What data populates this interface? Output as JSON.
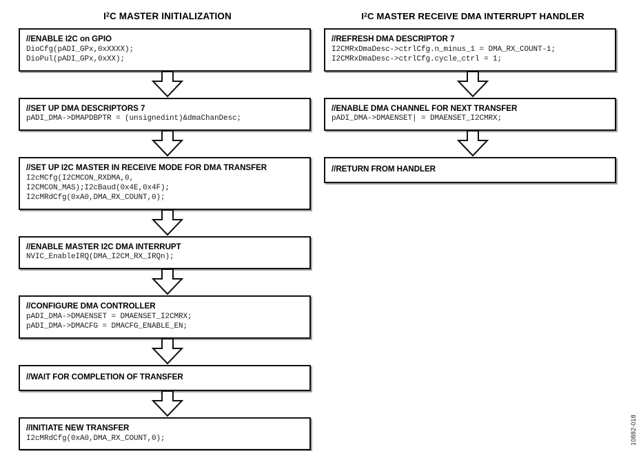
{
  "figure": {
    "id_label": "10882-018"
  },
  "columns": [
    {
      "key": "initialization",
      "title_prefix": "I",
      "title_sup": "2",
      "title_rest": "C MASTER INITIALIZATION",
      "nodes": [
        {
          "title": "//ENABLE I2C on GPIO",
          "code": "DioCfg(pADI_GPx,0xXXXX);\nDioPul(pADI_GPx,0xXX);"
        },
        {
          "title": "//SET UP DMA DESCRIPTORS 7",
          "code": "pADI_DMA->DMAPDBPTR = (unsignedint)&dmaChanDesc;"
        },
        {
          "title": "//SET UP I2C MASTER IN RECEIVE MODE FOR DMA TRANSFER",
          "code": "I2cMCfg(I2CMCON_RXDMA,0,\nI2CMCON_MAS);I2cBaud(0x4E,0x4F);\nI2cMRdCfg(0xA0,DMA_RX_COUNT,0);"
        },
        {
          "title": "//ENABLE MASTER I2C DMA INTERRUPT",
          "code": "NVIC_EnableIRQ(DMA_I2CM_RX_IRQn);"
        },
        {
          "title": "//CONFIGURE DMA CONTROLLER",
          "code": "pADI_DMA->DMAENSET = DMAENSET_I2CMRX;\npADI_DMA->DMACFG = DMACFG_ENABLE_EN;"
        },
        {
          "title": "//WAIT FOR COMPLETION OF TRANSFER",
          "code": ""
        },
        {
          "title": "//INITIATE NEW TRANSFER",
          "code": "I2cMRdCfg(0xA0,DMA_RX_COUNT,0);"
        }
      ]
    },
    {
      "key": "interrupt-handler",
      "title_prefix": "I",
      "title_sup": "2",
      "title_rest": "C MASTER RECEIVE DMA INTERRUPT HANDLER",
      "nodes": [
        {
          "title": "//REFRESH DMA DESCRIPTOR 7",
          "code": "I2CMRxDmaDesc->ctrlCfg.n_minus_1 = DMA_RX_COUNT-1;\nI2CMRxDmaDesc->ctrlCfg.cycle_ctrl = 1;"
        },
        {
          "title": "//ENABLE DMA CHANNEL FOR NEXT TRANSFER",
          "code": "pADI_DMA->DMAENSET| = DMAENSET_I2CMRX;"
        },
        {
          "title": "//RETURN FROM HANDLER",
          "code": ""
        }
      ]
    }
  ],
  "colors": {
    "border": "#111111",
    "title_text": "#000000",
    "code_text": "#1b1b1b",
    "background": "#ffffff"
  }
}
